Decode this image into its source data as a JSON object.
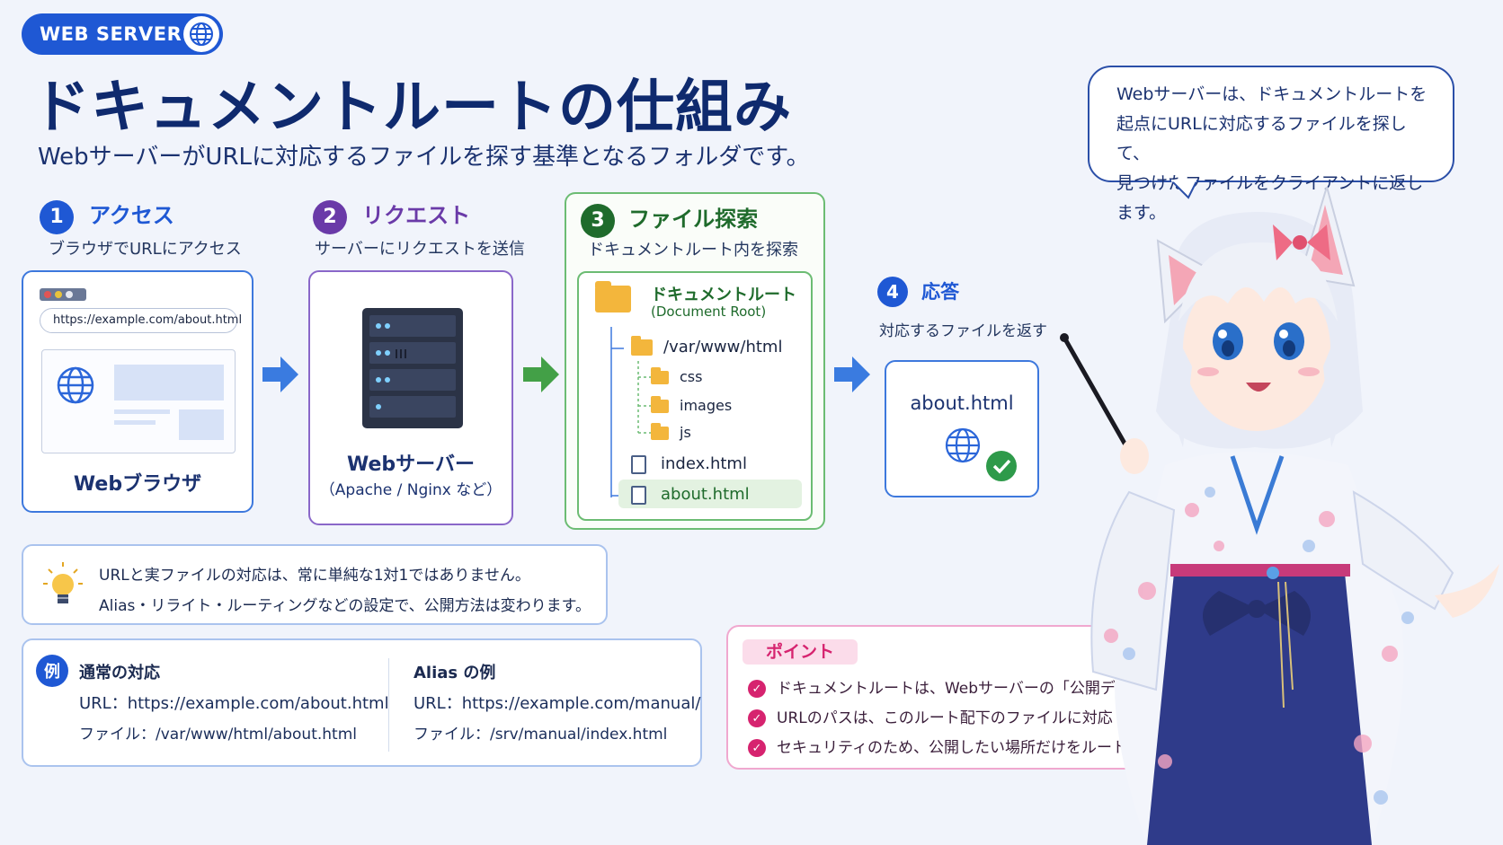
{
  "badge": {
    "label": "WEB SERVER"
  },
  "title": "ドキュメントルートの仕組み",
  "subtitle": "WebサーバーがURLに対応するファイルを探す基準となるフォルダです。",
  "bubble": {
    "lines": [
      "Webサーバーは、ドキュメントルートを",
      "起点にURLに対応するファイルを探して、",
      "見つけたファイルをクライアントに返します。"
    ]
  },
  "steps": [
    {
      "num": "1",
      "title": "アクセス",
      "desc": "ブラウザでURLにアクセス"
    },
    {
      "num": "2",
      "title": "リクエスト",
      "desc": "サーバーにリクエストを送信"
    },
    {
      "num": "3",
      "title": "ファイル探索",
      "desc": "ドキュメントルート内を探索"
    },
    {
      "num": "4",
      "title": "応答",
      "desc": "対応するファイルを返す"
    }
  ],
  "browser": {
    "url": "https://example.com/about.html",
    "label": "Webブラウザ"
  },
  "server": {
    "label": "Webサーバー",
    "sub": "（Apache / Nginx など）"
  },
  "docroot": {
    "label": "ドキュメントルート",
    "sub": "(Document Root)",
    "path": "/var/www/html",
    "folders": [
      "css",
      "images",
      "js"
    ],
    "files": [
      "index.html",
      "about.html"
    ]
  },
  "response": {
    "file": "about.html"
  },
  "tip": {
    "lines": [
      "URLと実ファイルの対応は、常に単純な1対1ではありません。",
      "Alias・リライト・ルーティングなどの設定で、公開方法は変わります。"
    ]
  },
  "example": {
    "badge": "例",
    "normal": {
      "title": "通常の対応",
      "url": "URL：https://example.com/about.html",
      "file": "ファイル：/var/www/html/about.html"
    },
    "alias": {
      "title": "Alias の例",
      "url": "URL：https://example.com/manual/",
      "file": "ファイル：/srv/manual/index.html"
    }
  },
  "point": {
    "title": "ポイント",
    "items": [
      "ドキュメントルートは、Webサーバーの「公開ディレクトリ」",
      "URLのパスは、このルート配下のファイルに対応",
      "セキュリティのため、公開したい場所だけをルートに設定する"
    ]
  },
  "colors": {
    "blue": "#1f58d4",
    "purple": "#6a3aa8",
    "green": "#2e8b3f",
    "pink": "#d6236f"
  }
}
